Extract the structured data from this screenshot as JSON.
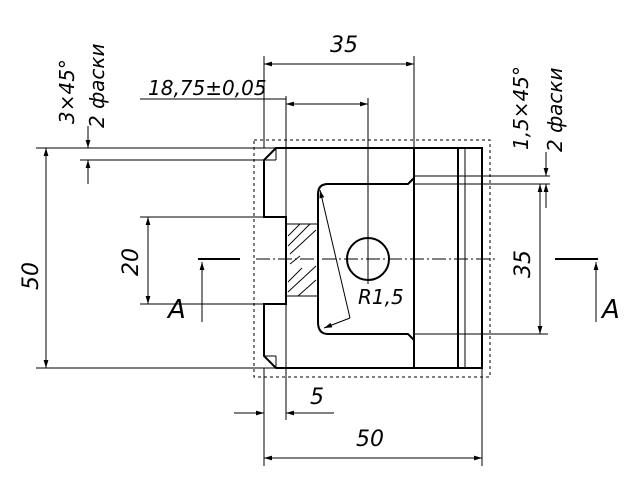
{
  "drawing": {
    "dimensions": {
      "top_width": "35",
      "offset_tolerance": "18,75±0,05",
      "height_left": "50",
      "inner_height": "20",
      "right_height": "35",
      "bottom_small": "5",
      "bottom_width": "50",
      "radius": "R1,5"
    },
    "chamfer_notes": {
      "left_size": "3×45°",
      "left_count": "2 фаски",
      "right_size": "1,5×45°",
      "right_count": "2 фаски"
    },
    "section_labels": {
      "left": "A",
      "right": "A"
    }
  }
}
